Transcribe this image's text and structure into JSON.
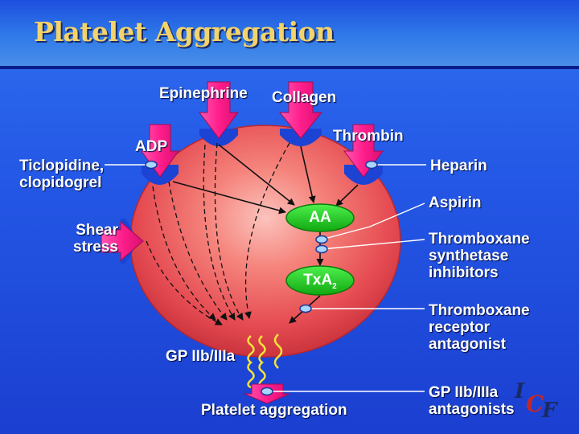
{
  "title": "Platelet Aggregation",
  "agonists": {
    "epinephrine": "Epinephrine",
    "collagen": "Collagen",
    "adp": "ADP",
    "thrombin": "Thrombin",
    "shear_line1": "Shear",
    "shear_line2": "stress"
  },
  "pathway": {
    "aa": "AA",
    "txa_main": "TxA",
    "txa_sub": "2",
    "gp_receptor": "GP IIb/IIIa",
    "output": "Platelet aggregation"
  },
  "inhibitors": {
    "ticlopidine_line1": "Ticlopidine,",
    "ticlopidine_line2": "clopidogrel",
    "heparin": "Heparin",
    "aspirin": "Aspirin",
    "tx_synth_line1": "Thromboxane",
    "tx_synth_line2": "synthetase",
    "tx_synth_line3": "inhibitors",
    "tx_rec_line1": "Thromboxane",
    "tx_rec_line2": "receptor",
    "tx_rec_line3": "antagonist",
    "gp_ant_line1": "GP IIb/IIIa",
    "gp_ant_line2": "antagonists"
  },
  "logo": {
    "i": "I",
    "c": "C",
    "f": "F"
  },
  "colors": {
    "background": "#2458e6",
    "title_text": "#f3d36b",
    "platelet": "#e8505a",
    "arrow": "#ff1e8c",
    "node": "#19c419",
    "receptor_coil": "#f4e23a",
    "inhibitor_dot": "#a8d6ff",
    "logo": "#1a2a66"
  }
}
